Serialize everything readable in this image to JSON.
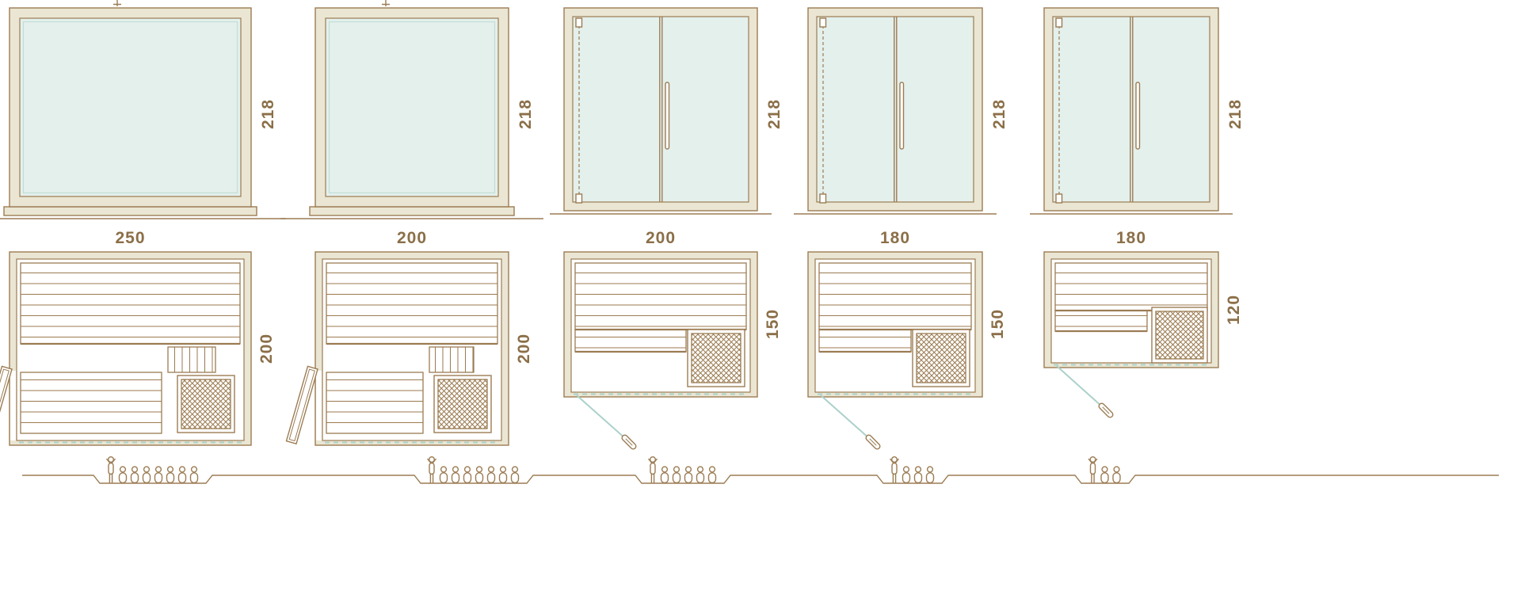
{
  "colors": {
    "line": "#9c7c53",
    "wood": "#eae6d3",
    "glass": "#e4f0ec",
    "glassline": "#c3ddd6",
    "teal": "#abd1ca",
    "dim": "#8b6f48"
  },
  "units": [
    {
      "id": "250x200",
      "width_cm": "250",
      "height_cm": "218",
      "depth_cm": "200",
      "front": "fixed-glass-panel",
      "door": "side-hinged-door",
      "capacity": 8
    },
    {
      "id": "200x200",
      "width_cm": "200",
      "height_cm": "218",
      "depth_cm": "200",
      "front": "fixed-glass-panel",
      "door": "side-hinged-door",
      "capacity": 8
    },
    {
      "id": "200x150",
      "width_cm": "200",
      "height_cm": "218",
      "depth_cm": "150",
      "front": "double-glass-door",
      "door": "front-glass-door",
      "capacity": 6
    },
    {
      "id": "180x150",
      "width_cm": "180",
      "height_cm": "218",
      "depth_cm": "150",
      "front": "double-glass-door",
      "door": "front-glass-door",
      "capacity": 4
    },
    {
      "id": "180x120",
      "width_cm": "180",
      "height_cm": "218",
      "depth_cm": "120",
      "front": "double-glass-door",
      "door": "front-glass-door",
      "capacity": 3
    }
  ]
}
